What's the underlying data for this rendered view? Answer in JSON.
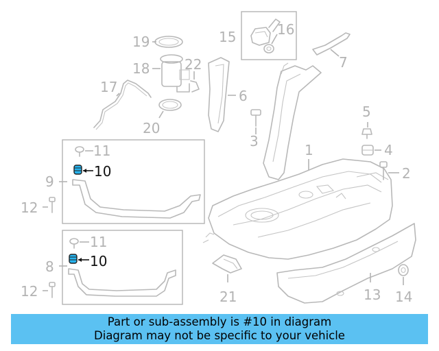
{
  "callouts": {
    "c1": "1",
    "c2": "2",
    "c3": "3",
    "c4": "4",
    "c5": "5",
    "c6": "6",
    "c7": "7",
    "c8": "8",
    "c9": "9",
    "c10a": "10",
    "c10b": "10",
    "c11a": "11",
    "c11b": "11",
    "c12a": "12",
    "c12b": "12",
    "c13": "13",
    "c14": "14",
    "c15": "15",
    "c16": "16",
    "c17": "17",
    "c18": "18",
    "c19": "19",
    "c20": "20",
    "c21": "21",
    "c22": "22"
  },
  "colors": {
    "banner_bg": "#5bc1f2",
    "highlight_part": "#27b4ef",
    "callout_gray": "#b3b3b3",
    "callout_highlight": "#111111"
  },
  "banner": {
    "line1": "Part or sub-assembly is #10 in diagram",
    "line2": "Diagram may not be specific to your vehicle"
  }
}
